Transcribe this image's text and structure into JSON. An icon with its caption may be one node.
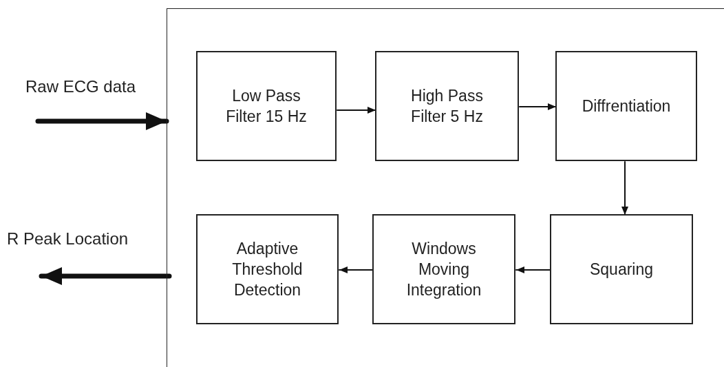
{
  "diagram": {
    "nodes": [
      {
        "text": [],
        "shape": "box"
      },
      {
        "text": [
          "Low Pass Filter 15 Hz"
        ],
        "in": 0
      },
      {
        "text": [
          "High Pass Filter 5 Hz"
        ],
        "in": 0
      },
      {
        "text": [
          "Diffrentiation"
        ],
        "in": 0
      },
      {
        "text": [
          "Adaptive Threshold Detection"
        ],
        "in": 0
      },
      {
        "text": [
          "Windows Moving Integration"
        ],
        "in": 0
      },
      {
        "text": [
          "Squaring"
        ],
        "in": 0
      }
    ],
    "edges": [
      {
        "from": null,
        "to": 0,
        "arrow": "to",
        "label": "Raw ECG data",
        "style": "thick"
      },
      {
        "from": 1,
        "to": 2,
        "arrow": "to"
      },
      {
        "from": 2,
        "to": 3,
        "arrow": "to"
      },
      {
        "from": 3,
        "to": 6,
        "arrow": "to"
      },
      {
        "from": 6,
        "to": 5,
        "arrow": "to"
      },
      {
        "from": 5,
        "to": 4,
        "arrow": "to"
      },
      {
        "from": 0,
        "to": null,
        "arrow": "to",
        "label": "R Peak Location",
        "style": "thick"
      }
    ]
  }
}
